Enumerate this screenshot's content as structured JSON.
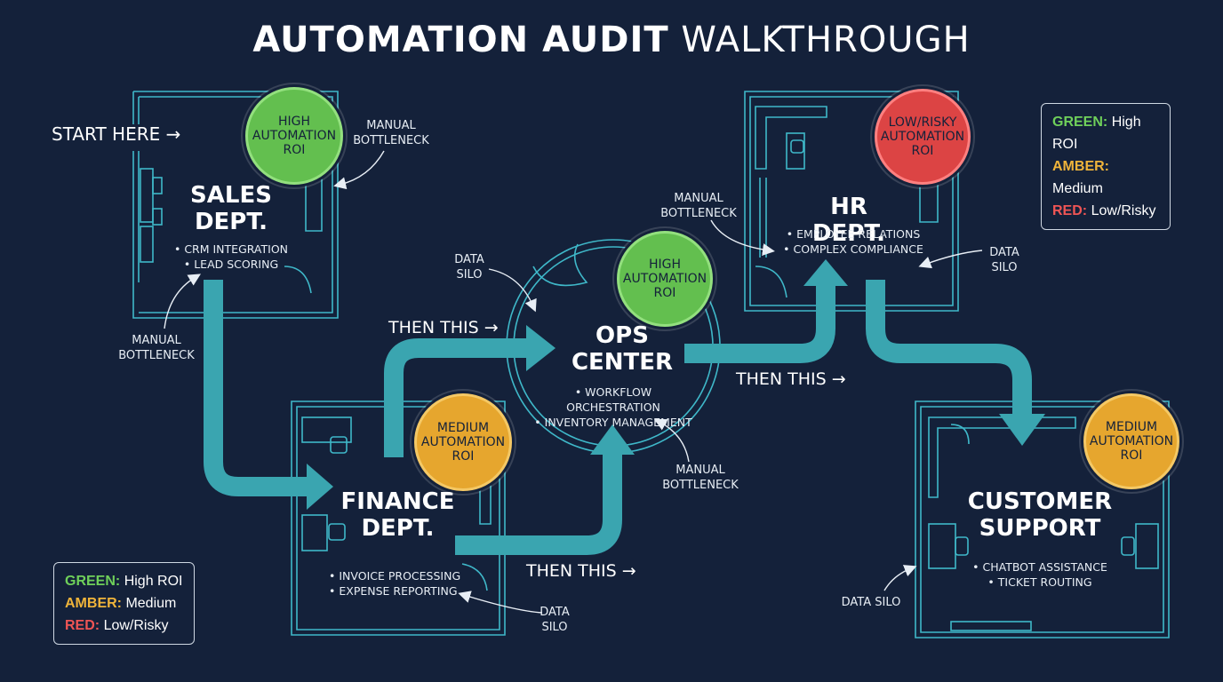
{
  "title": {
    "bold": "AUTOMATION AUDIT",
    "light": "WALKTHROUGH"
  },
  "start_label": "START HERE →",
  "steps": [
    "THEN THIS →",
    "THEN THIS →",
    "THEN THIS →"
  ],
  "departments": {
    "sales": {
      "name_line1": "SALES",
      "name_line2": "DEPT.",
      "bullets": [
        "CRM INTEGRATION",
        "LEAD SCORING"
      ],
      "badge": {
        "line1": "HIGH",
        "line2": "AUTOMATION",
        "line3": "ROI",
        "level": "green"
      }
    },
    "finance": {
      "name_line1": "FINANCE",
      "name_line2": "DEPT.",
      "bullets": [
        "INVOICE PROCESSING",
        "EXPENSE REPORTING"
      ],
      "badge": {
        "line1": "MEDIUM",
        "line2": "AUTOMATION",
        "line3": "ROI",
        "level": "amber"
      }
    },
    "ops": {
      "name_line1": "OPS",
      "name_line2": "CENTER",
      "bullets": [
        "WORKFLOW ORCHESTRATION",
        "INVENTORY MANAGEMENT"
      ],
      "badge": {
        "line1": "HIGH",
        "line2": "AUTOMATION",
        "line3": "ROI",
        "level": "green"
      }
    },
    "hr": {
      "name_line1": "HR",
      "name_line2": "DEPT.",
      "bullets": [
        "EMPLOYEE RELATIONS",
        "COMPLEX COMPLIANCE"
      ],
      "badge": {
        "line1": "LOW/RISKY",
        "line2": "AUTOMATION",
        "line3": "ROI",
        "level": "red"
      }
    },
    "support": {
      "name_line1": "CUSTOMER",
      "name_line2": "SUPPORT",
      "bullets": [
        "CHATBOT ASSISTANCE",
        "TICKET ROUTING"
      ],
      "badge": {
        "line1": "MEDIUM",
        "line2": "AUTOMATION",
        "line3": "ROI",
        "level": "amber"
      }
    }
  },
  "annotations": {
    "sales_bottleneck_top": {
      "line1": "MANUAL",
      "line2": "BOTTLENECK"
    },
    "sales_bottleneck_bottom": {
      "line1": "MANUAL",
      "line2": "BOTTLENECK"
    },
    "ops_silo": {
      "line1": "DATA",
      "line2": "SILO"
    },
    "hr_bottleneck": {
      "line1": "MANUAL",
      "line2": "BOTTLENECK"
    },
    "hr_silo": {
      "line1": "DATA",
      "line2": "SILO"
    },
    "ops_bottleneck": {
      "line1": "MANUAL",
      "line2": "BOTTLENECK"
    },
    "finance_silo": {
      "line1": "DATA",
      "line2": "SILO"
    },
    "support_silo": {
      "line1": "DATA SILO"
    }
  },
  "legend": {
    "green_key": "GREEN:",
    "green_value": "High ROI",
    "amber_key": "AMBER:",
    "amber_value": "Medium",
    "red_key": "RED:",
    "red_value": "Low/Risky"
  },
  "colors": {
    "background": "#14213a",
    "blueprint": "#3fb8c9",
    "flow_arrow": "#3aa5b0",
    "green": "#63bf4f",
    "amber": "#e6a62e",
    "red": "#dc4444"
  }
}
